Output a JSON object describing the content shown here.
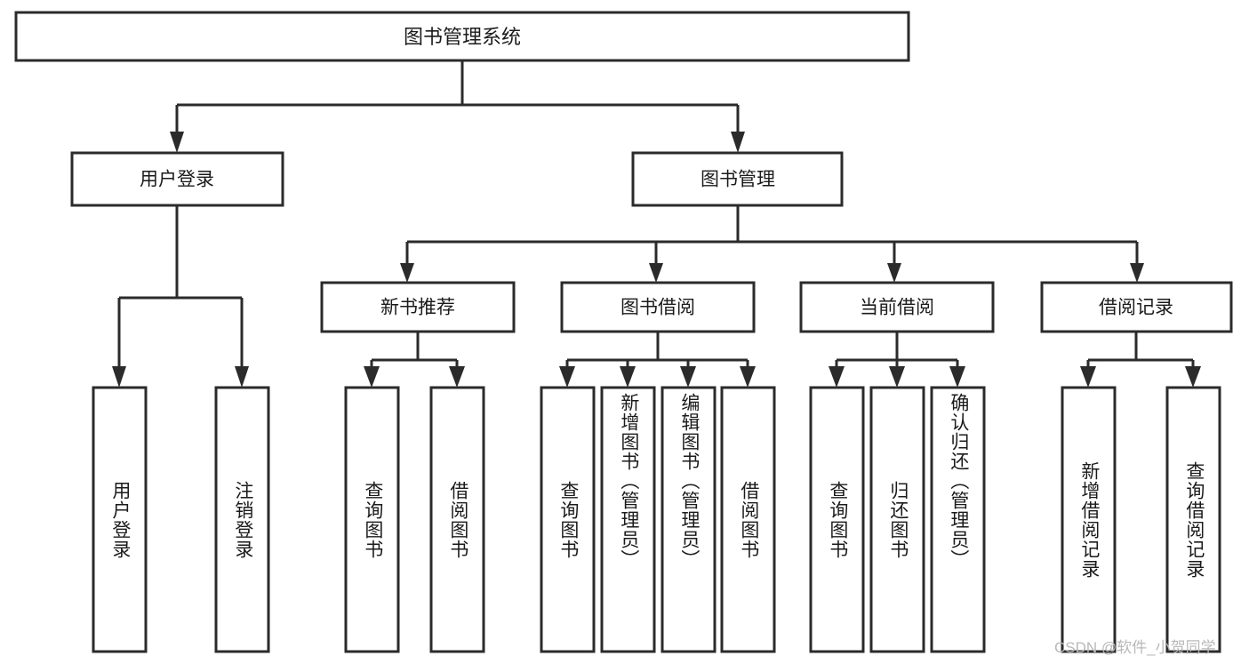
{
  "diagram": {
    "title": "图书管理系统",
    "type": "tree",
    "watermark": "CSDN @软件_小贺同学",
    "colors": {
      "box_stroke": "#2b2b2b",
      "box_fill": "#ffffff",
      "text": "#1b1b1b",
      "watermark": "#b9b9b9",
      "background": "#ffffff"
    },
    "root": {
      "label": "图书管理系统"
    },
    "level2": [
      {
        "label": "用户登录"
      },
      {
        "label": "图书管理"
      }
    ],
    "level3": [
      {
        "label": "新书推荐"
      },
      {
        "label": "图书借阅"
      },
      {
        "label": "当前借阅"
      },
      {
        "label": "借阅记录"
      }
    ],
    "leaves": {
      "user_login": [
        {
          "label": "用户登录"
        },
        {
          "label": "注销登录"
        }
      ],
      "new_book_recommend": [
        {
          "label": "查询图书"
        },
        {
          "label": "借阅图书"
        }
      ],
      "book_borrow": [
        {
          "label": "查询图书"
        },
        {
          "label": "新增图书（管理员）"
        },
        {
          "label": "编辑图书（管理员）"
        },
        {
          "label": "借阅图书"
        }
      ],
      "current_borrow": [
        {
          "label": "查询图书"
        },
        {
          "label": "归还图书"
        },
        {
          "label": "确认归还（管理员）"
        }
      ],
      "borrow_record": [
        {
          "label": "新增借阅记录"
        },
        {
          "label": "查询借阅记录"
        }
      ]
    }
  }
}
